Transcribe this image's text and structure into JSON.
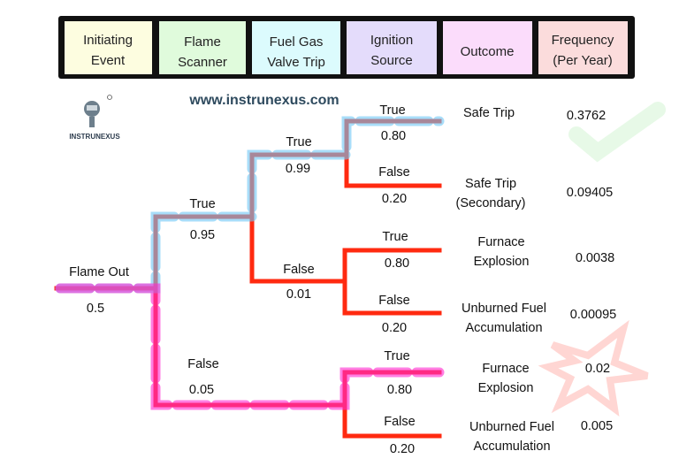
{
  "header": {
    "columns": [
      {
        "label": [
          "Initiating",
          "Event"
        ],
        "color": "#fdfde0"
      },
      {
        "label": [
          "Flame",
          "Scanner"
        ],
        "color": "#e0fbdc"
      },
      {
        "label": [
          "Fuel Gas",
          "Valve Trip"
        ],
        "color": "#dcfbfd"
      },
      {
        "label": [
          "Ignition",
          "Source"
        ],
        "color": "#e4dcfb"
      },
      {
        "label": [
          "Outcome"
        ],
        "color": "#fbdcfb"
      },
      {
        "label": [
          "Frequency",
          "(Per Year)"
        ],
        "color": "#fbdcdc"
      }
    ]
  },
  "logo": {
    "text": "INSTRUNEXUS"
  },
  "website": "www.instrunexus.com",
  "tree": {
    "initiating": {
      "label": "Flame Out",
      "prob": "0.5"
    },
    "scanner_true": {
      "label": "True",
      "prob": "0.95"
    },
    "scanner_false": {
      "label": "False",
      "prob": "0.05"
    },
    "valve_true": {
      "label": "True",
      "prob": "0.99"
    },
    "valve_false": {
      "label": "False",
      "prob": "0.01"
    },
    "ignition": [
      {
        "true_label": "True",
        "true_prob": "0.80",
        "false_label": "False",
        "false_prob": "0.20"
      },
      {
        "true_label": "True",
        "true_prob": "0.80",
        "false_label": "False",
        "false_prob": "0.20"
      },
      {
        "true_label": "True",
        "true_prob": "0.80",
        "false_label": "False",
        "false_prob": "0.20"
      }
    ]
  },
  "outcomes": [
    {
      "label": [
        "Safe Trip"
      ],
      "frequency": "0.3762"
    },
    {
      "label": [
        "Safe Trip",
        "(Secondary)"
      ],
      "frequency": "0.09405"
    },
    {
      "label": [
        "Furnace",
        "Explosion"
      ],
      "frequency": "0.0038"
    },
    {
      "label": [
        "Unburned Fuel",
        "Accumulation"
      ],
      "frequency": "0.00095"
    },
    {
      "label": [
        "Furnace",
        "Explosion"
      ],
      "frequency": "0.02"
    },
    {
      "label": [
        "Unburned Fuel",
        "Accumulation"
      ],
      "frequency": "0.005"
    }
  ],
  "colors": {
    "branch": "#ff2a10",
    "safe_path": "#6ec6f5",
    "hazard_path": "#ff2ad0",
    "check": "#7be07b",
    "burst": "#ff8a80"
  }
}
